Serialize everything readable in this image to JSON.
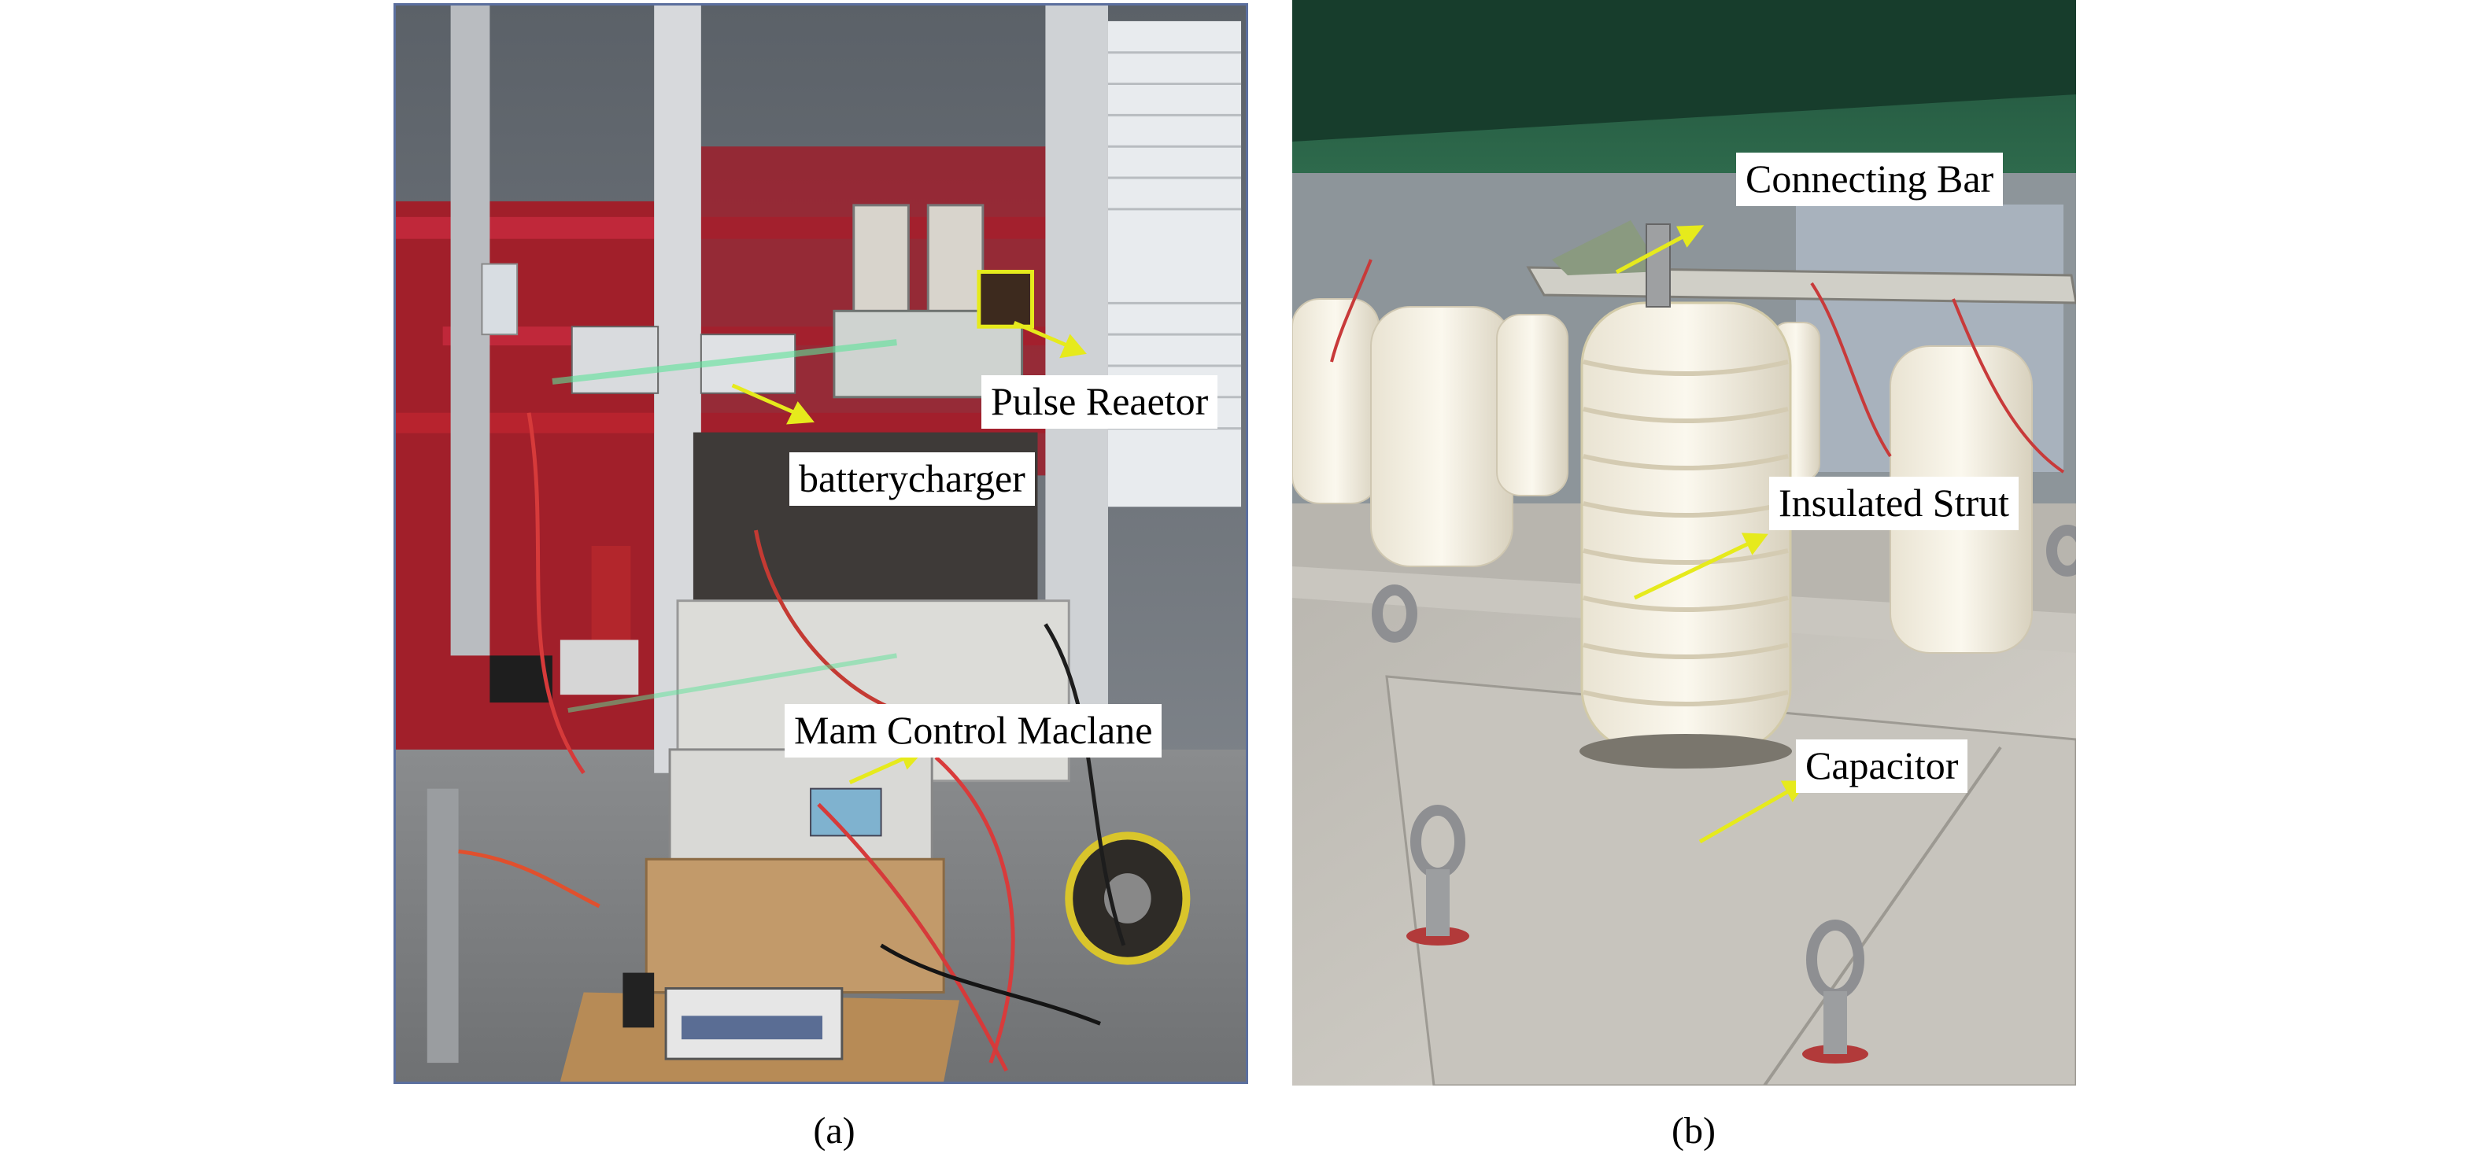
{
  "figure": {
    "panel_a": {
      "caption": "(a)",
      "labels": {
        "pulse_reactor": "Pulse Reaetor",
        "battery_charger": "batterycharger",
        "main_control": "Mam Control Maclane"
      }
    },
    "panel_b": {
      "caption": "(b)",
      "labels": {
        "connecting_bar": "Connecting Bar",
        "insulated_strut": "Insulated Strut",
        "capacitor": "Capacitor"
      }
    }
  },
  "colors": {
    "annotation_arrow": "#e6ea1c",
    "highlight_box": "#e6ea1c",
    "panel_border": "#5b6f9e",
    "rack_red": "#b8232e"
  }
}
